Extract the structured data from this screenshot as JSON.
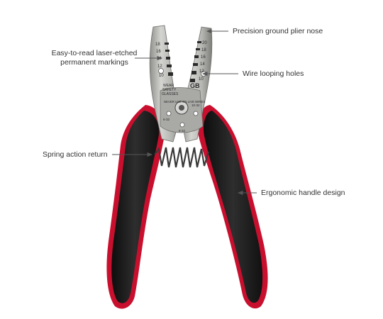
{
  "figure": {
    "callouts": {
      "plier_nose": "Precision ground plier nose",
      "markings_line1": "Easy-to-read laser-etched",
      "markings_line2": "permanent markings",
      "looping_holes": "Wire looping holes",
      "spring": "Spring action return",
      "handle": "Ergonomic handle design"
    },
    "etched_markings": {
      "left_gauges": [
        "18",
        "16",
        "14",
        "12",
        "10"
      ],
      "right_gauges": [
        "20",
        "18",
        "16",
        "14",
        "12",
        "10"
      ],
      "warning_lines": [
        "WEAR",
        "SAFETY",
        "GLASSES"
      ],
      "brand": "GB",
      "never_use": "NEVER USE ON LIVE WIRES",
      "screw_labels": [
        "6-32",
        "10-32",
        "8-32"
      ]
    },
    "colors": {
      "handle_black": "#1c1c1c",
      "handle_red": "#c8102e",
      "steel": "#b9b9b6",
      "text": "#333333"
    }
  }
}
